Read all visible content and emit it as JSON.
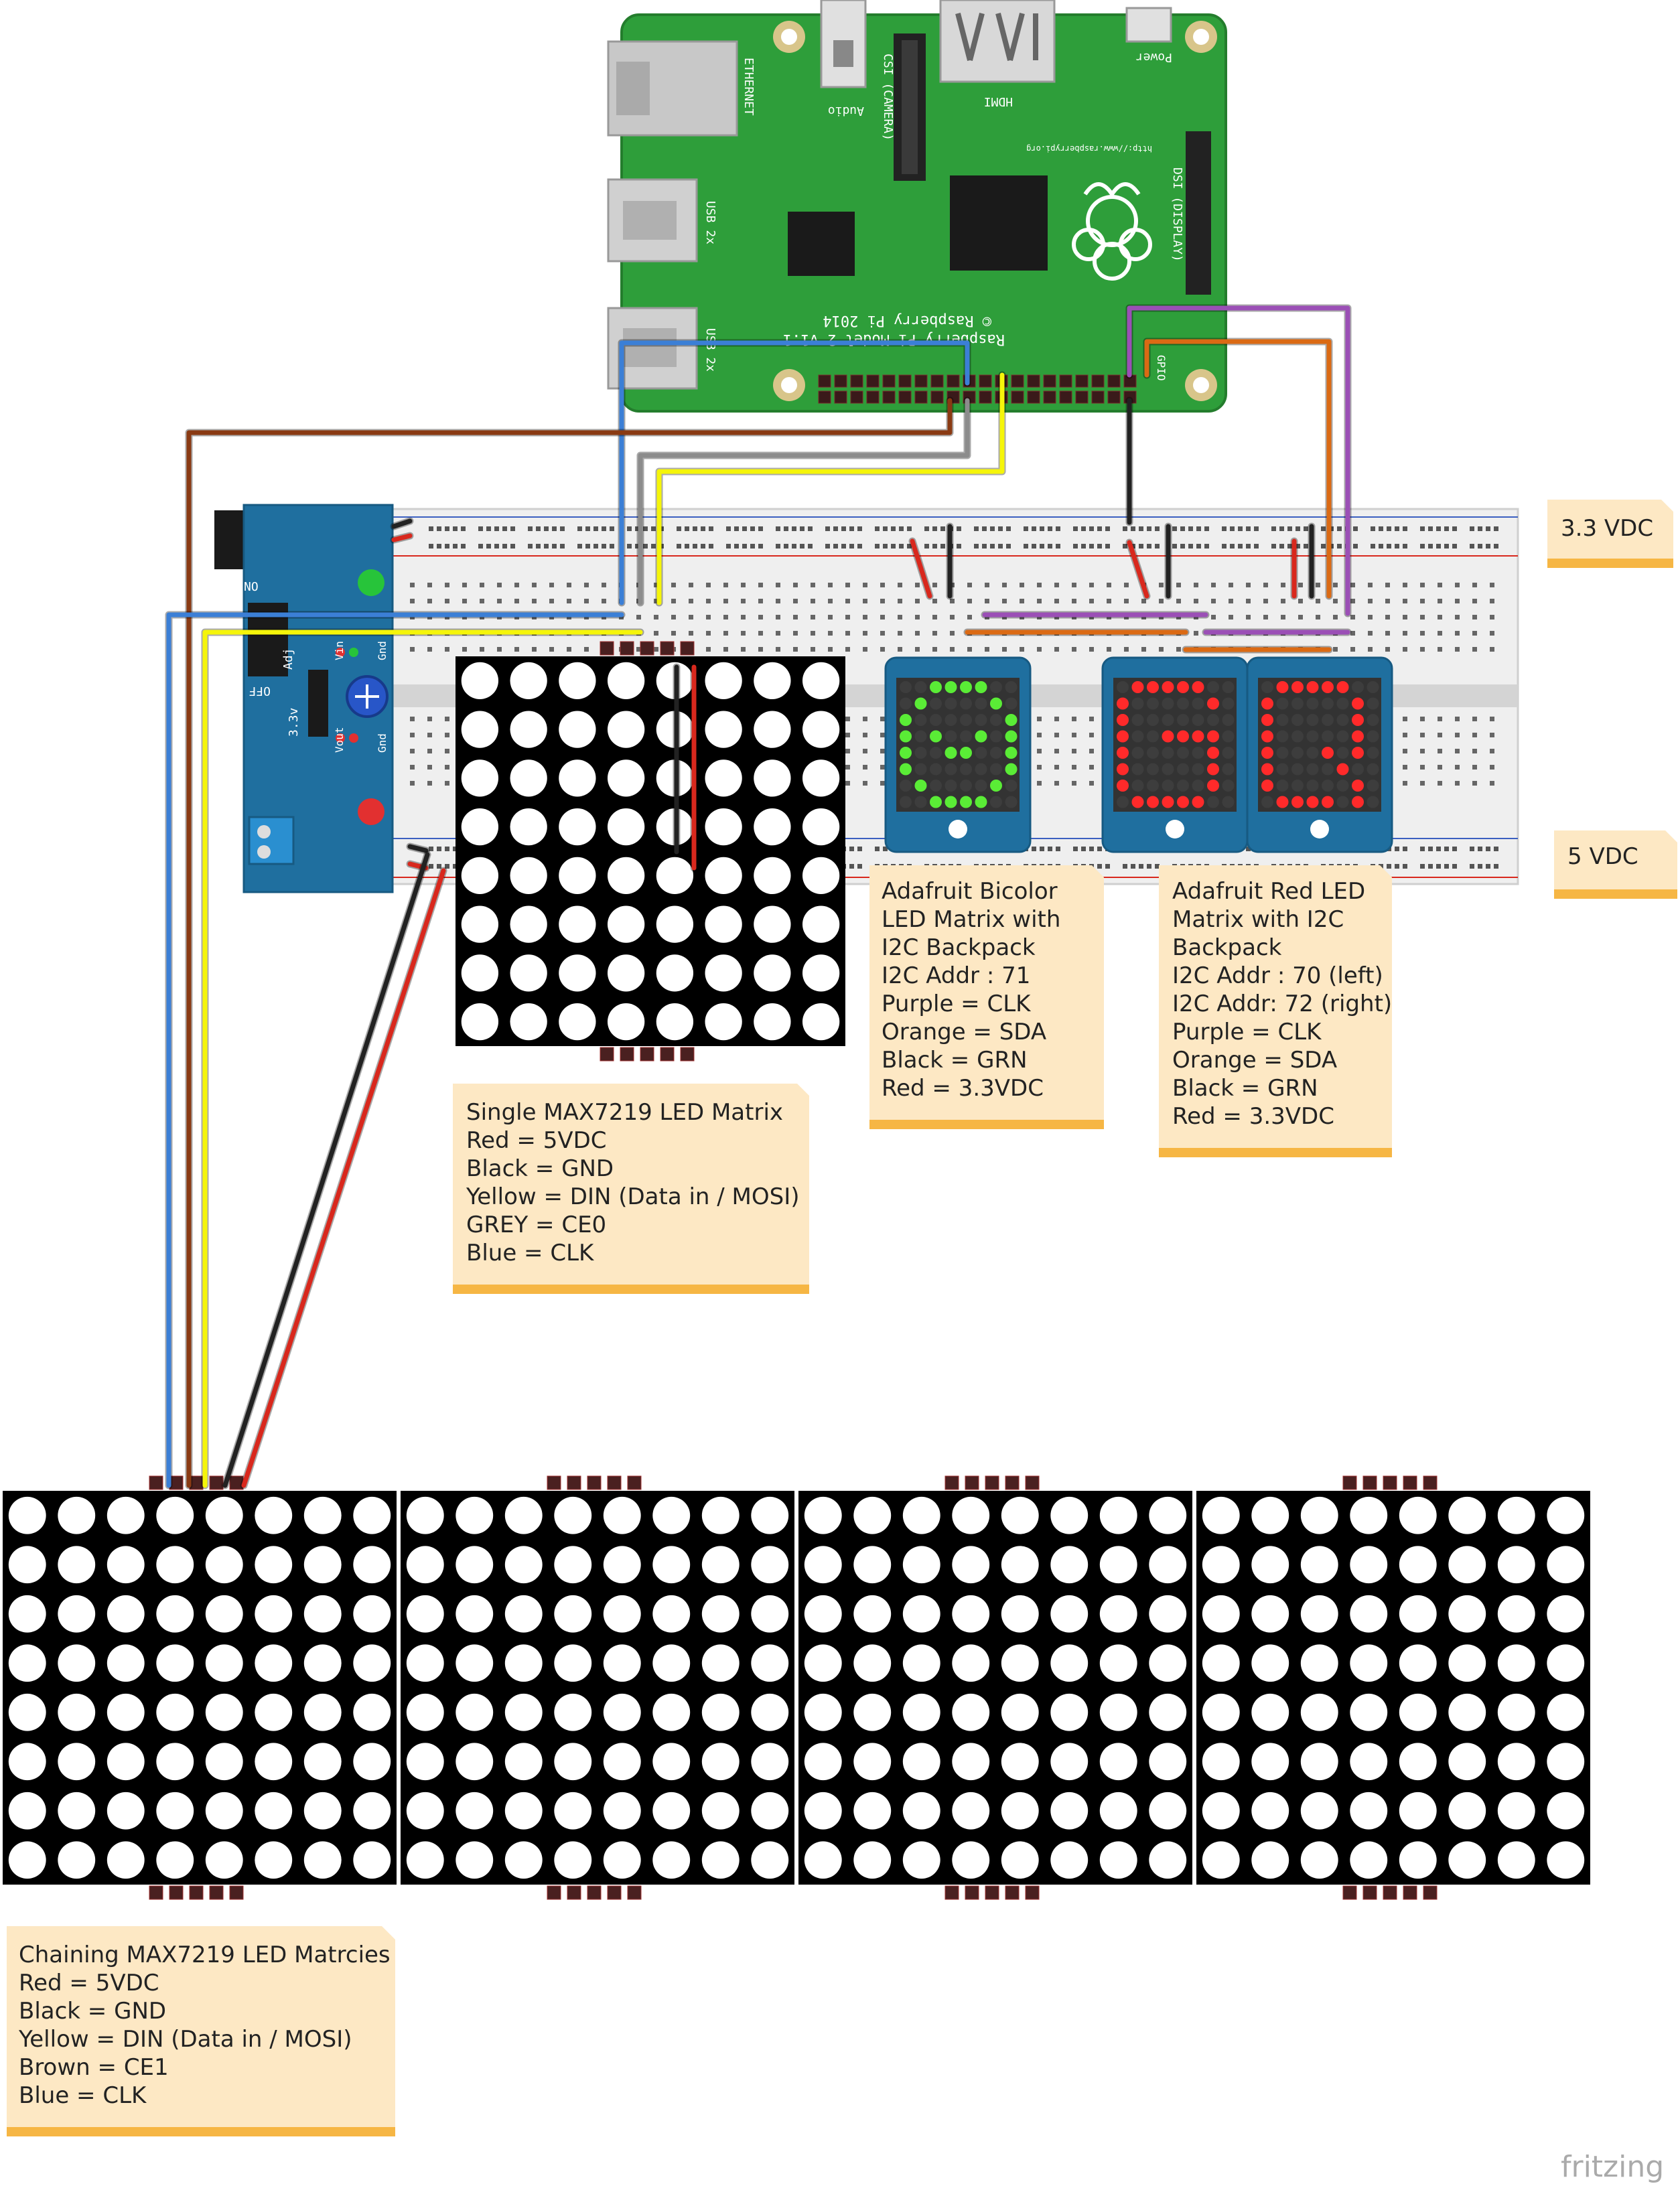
{
  "colors": {
    "wire_red": "#d8281d",
    "wire_black": "#222222",
    "wire_yellow": "#f5f50a",
    "wire_grey": "#8c8c8c",
    "wire_blue": "#3b7fd6",
    "wire_brown": "#8a3a13",
    "wire_purple": "#9b4fb6",
    "wire_orange": "#db6a14",
    "pcb_green": "#2e9e3a",
    "pcb_blue": "#1f6f9f",
    "note_fill": "#fde8c4",
    "note_bar": "#f6b644"
  },
  "raspberry_pi": {
    "ethernet": "ETHERNET",
    "audio": "Audio",
    "camera": "CSI (CAMERA)",
    "hdmi": "HDMI",
    "power": "Power",
    "usb1": "USB 2x",
    "usb2": "USB 2x",
    "display": "DSI (DISPLAY)",
    "model": "Raspberry Pi Model 2 v1.1",
    "copyright": "© Raspberry Pi 2014",
    "url": "http://www.raspberrypi.org",
    "gpio": "GPIO"
  },
  "power_module": {
    "no": "NO",
    "off": "OFF",
    "adj": "Adj",
    "v33": "3.3v",
    "vin": "Vin",
    "gnd": "Gnd",
    "vout": "Vout",
    "gnd2": "Gnd"
  },
  "rail_labels": {
    "v33": "3.3 VDC",
    "v5": "5 VDC"
  },
  "notes": {
    "single": {
      "lines": [
        "Single MAX7219 LED Matrix",
        "Red     = 5VDC",
        "Black  = GND",
        "Yellow = DIN (Data in / MOSI)",
        "GREY    = CE0",
        "Blue    = CLK"
      ]
    },
    "bicolor": {
      "lines": [
        "Adafruit Bicolor",
        "LED Matrix with",
        "I2C Backpack",
        "I2C Addr : 71",
        "Purple   = CLK",
        "Orange  = SDA",
        "Black     = GRN",
        "Red        = 3.3VDC"
      ]
    },
    "red": {
      "lines": [
        "Adafruit Red LED",
        "Matrix with I2C",
        "Backpack",
        "I2C Addr : 70 (left)",
        "I2C Addr: 72 (right)",
        "Purple   = CLK",
        "Orange  = SDA",
        "Black     = GRN",
        "Red        = 3.3VDC"
      ]
    },
    "chain": {
      "lines": [
        "Chaining MAX7219 LED Matrcies",
        "Red     = 5VDC",
        "Black  = GND",
        "Yellow = DIN (Data in / MOSI)",
        "Brown = CE1",
        "Blue    = CLK"
      ]
    }
  },
  "brand": "fritzing"
}
